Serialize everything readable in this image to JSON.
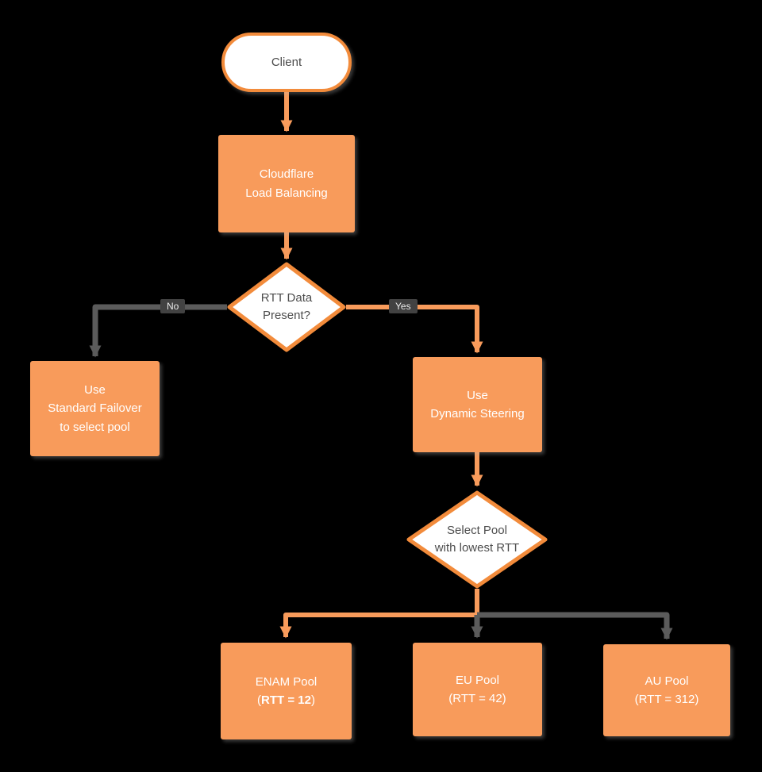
{
  "diagram": {
    "colors": {
      "background": "#000000",
      "node_fill": "#F89B5B",
      "shape_border": "#F28B3B",
      "line_orange": "#F89B5B",
      "line_gray": "#5B5B5B",
      "node_text": "#FFFFFF",
      "decision_text": "#4D4D4D"
    },
    "nodes": {
      "client": {
        "label": "Client"
      },
      "load_balancing": {
        "label": "Cloudflare\nLoad Balancing"
      },
      "rtt_decision": {
        "label": "RTT Data\nPresent?"
      },
      "standard_failover": {
        "label": "Use\nStandard Failover\nto select pool"
      },
      "dynamic_steering": {
        "label": "Use\nDynamic Steering"
      },
      "select_pool": {
        "label": "Select Pool\nwith lowest RTT"
      },
      "enam_pool": {
        "line1": "ENAM Pool",
        "open": "(",
        "bold": "RTT = 12",
        "close": ")"
      },
      "eu_pool": {
        "label": "EU Pool\n(RTT = 42)"
      },
      "au_pool": {
        "label": "AU Pool\n(RTT = 312)"
      }
    },
    "edge_labels": {
      "no": "No",
      "yes": "Yes"
    }
  }
}
